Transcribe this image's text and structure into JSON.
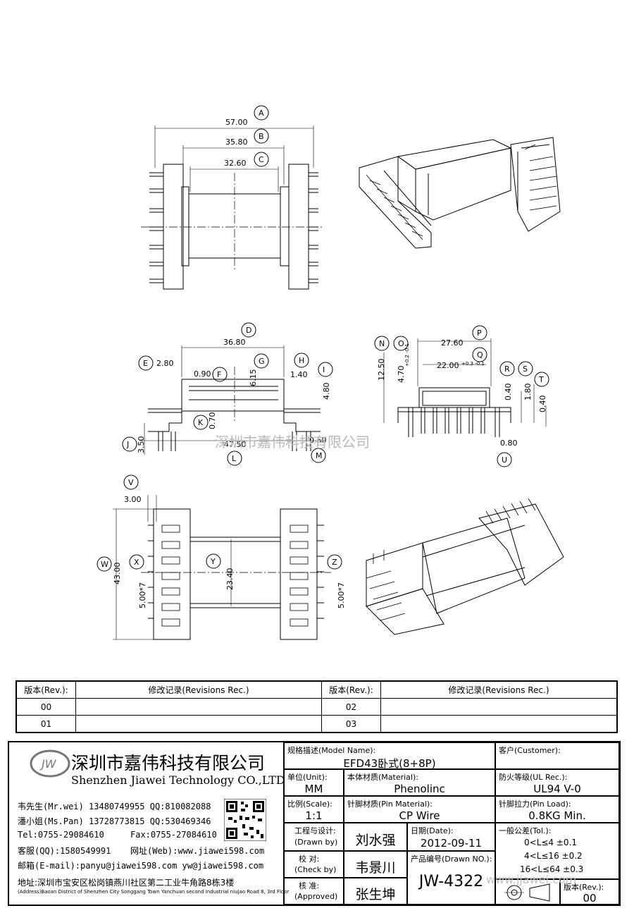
{
  "watermark": "深圳市嘉伟科技有限公司",
  "watermark_url": "www.jjawei.com",
  "dims": {
    "A": "A",
    "B": "B",
    "C": "C",
    "D": "D",
    "E": "E",
    "F": "F",
    "G": "G",
    "H": "H",
    "I": "I",
    "J": "J",
    "K": "K",
    "L": "L",
    "M": "M",
    "N": "N",
    "O": "O",
    "P": "P",
    "Q": "Q",
    "R": "R",
    "S": "S",
    "T": "T",
    "U": "U",
    "V": "V",
    "W": "W",
    "X": "X",
    "Y": "Y",
    "Z": "Z",
    "v57": "57.00",
    "v35": "35.80",
    "v32": "32.60",
    "v36": "36.80",
    "v280": "2.80",
    "v090": "0.90",
    "v615": "6.15",
    "v140": "1.40",
    "v480": "4.80",
    "v070": "0.70",
    "v350": "3.50",
    "v4750": "47.50",
    "v060": "0.60",
    "v1250": "12.50",
    "v470": "4.70",
    "v470tol": "+0.2 -0.1",
    "v2760": "27.60",
    "v2200": "22.00",
    "v2200tol": "+0.3 -0.1",
    "v040a": "0.40",
    "v180": "1.80",
    "v040b": "0.40",
    "v080": "0.80",
    "v300": "3.00",
    "v4300": "43.00",
    "v500x7a": "5.00*7",
    "v2340": "23.40",
    "v500x7b": "5.00*7"
  },
  "revisions": {
    "h_rev": "版本(Rev.):",
    "h_rec": "修改记录(Revisions Rec.)",
    "rows": [
      {
        "left": "00",
        "right": "02"
      },
      {
        "left": "01",
        "right": "03"
      }
    ]
  },
  "company": {
    "logo": "JW",
    "name_cn": "深圳市嘉伟科技有限公司",
    "name_en": "Shenzhen Jiawei Technology CO.,LTD",
    "line1": "韦先生(Mr.wei) 13480749955 QQ:810082088",
    "line2": "潘小姐(Ms.Pan) 13728773815 QQ:530469346",
    "line3a": "Tel:0755-29084610",
    "line3b": "Fax:0755-27084610",
    "line4a": "客服(QQ):1580549991",
    "line4b": "网址(Web):www.jiawei598.com",
    "line5": "邮箱(E-mail):panyu@jiawei598.com  yw@jiawei598.com",
    "addr_cn": "地址:深圳市宝安区松岗镇燕川社区第二工业牛角路8栋3楼",
    "addr_en": "(Address)Baoan District of Shenzhen City Songgang Town Yanchuan second Industrial niujao Road 8, 3rd Floor"
  },
  "titleblock": {
    "model_lbl": "规格描述(Model Name):",
    "model_val": "EFD43卧式(8+8P)",
    "cust_lbl": "客户(Customer):",
    "cust_val": "",
    "unit_lbl": "单位(Unit):",
    "unit_val": "MM",
    "mat_lbl": "本体材质(Material):",
    "mat_val": "Phenolinc",
    "ul_lbl": "防火等级(UL Rec.):",
    "ul_val": "UL94 V-0",
    "scale_lbl": "比例(Scale):",
    "scale_val": "1:1",
    "pin_lbl": "针脚材质(Pin Material):",
    "pin_val": "CP Wire",
    "load_lbl": "针脚拉力(Pin Load):",
    "load_val": "0.8KG Min.",
    "drawn_lbl1": "工程与设计:",
    "drawn_lbl2": "(Drawn by)",
    "drawn_val": "刘水强",
    "date_lbl": "日期(Date):",
    "date_val": "2012-09-11",
    "check_lbl1": "校  对:",
    "check_lbl2": "(Check by)",
    "check_val": "韦景川",
    "no_lbl": "产品编号(Drawn NO.):",
    "no_val": "JW-4322",
    "appr_lbl1": "核  准:",
    "appr_lbl2": "(Approved)",
    "appr_val": "张生坤",
    "tol_lbl": "一般公差(Tol.):",
    "tol1": "0<L≤4    ±0.1",
    "tol2": "4<L≤16   ±0.2",
    "tol3": "16<L≤64  ±0.3",
    "rev_lbl": "版本(Rev.):",
    "rev_val": "00"
  }
}
